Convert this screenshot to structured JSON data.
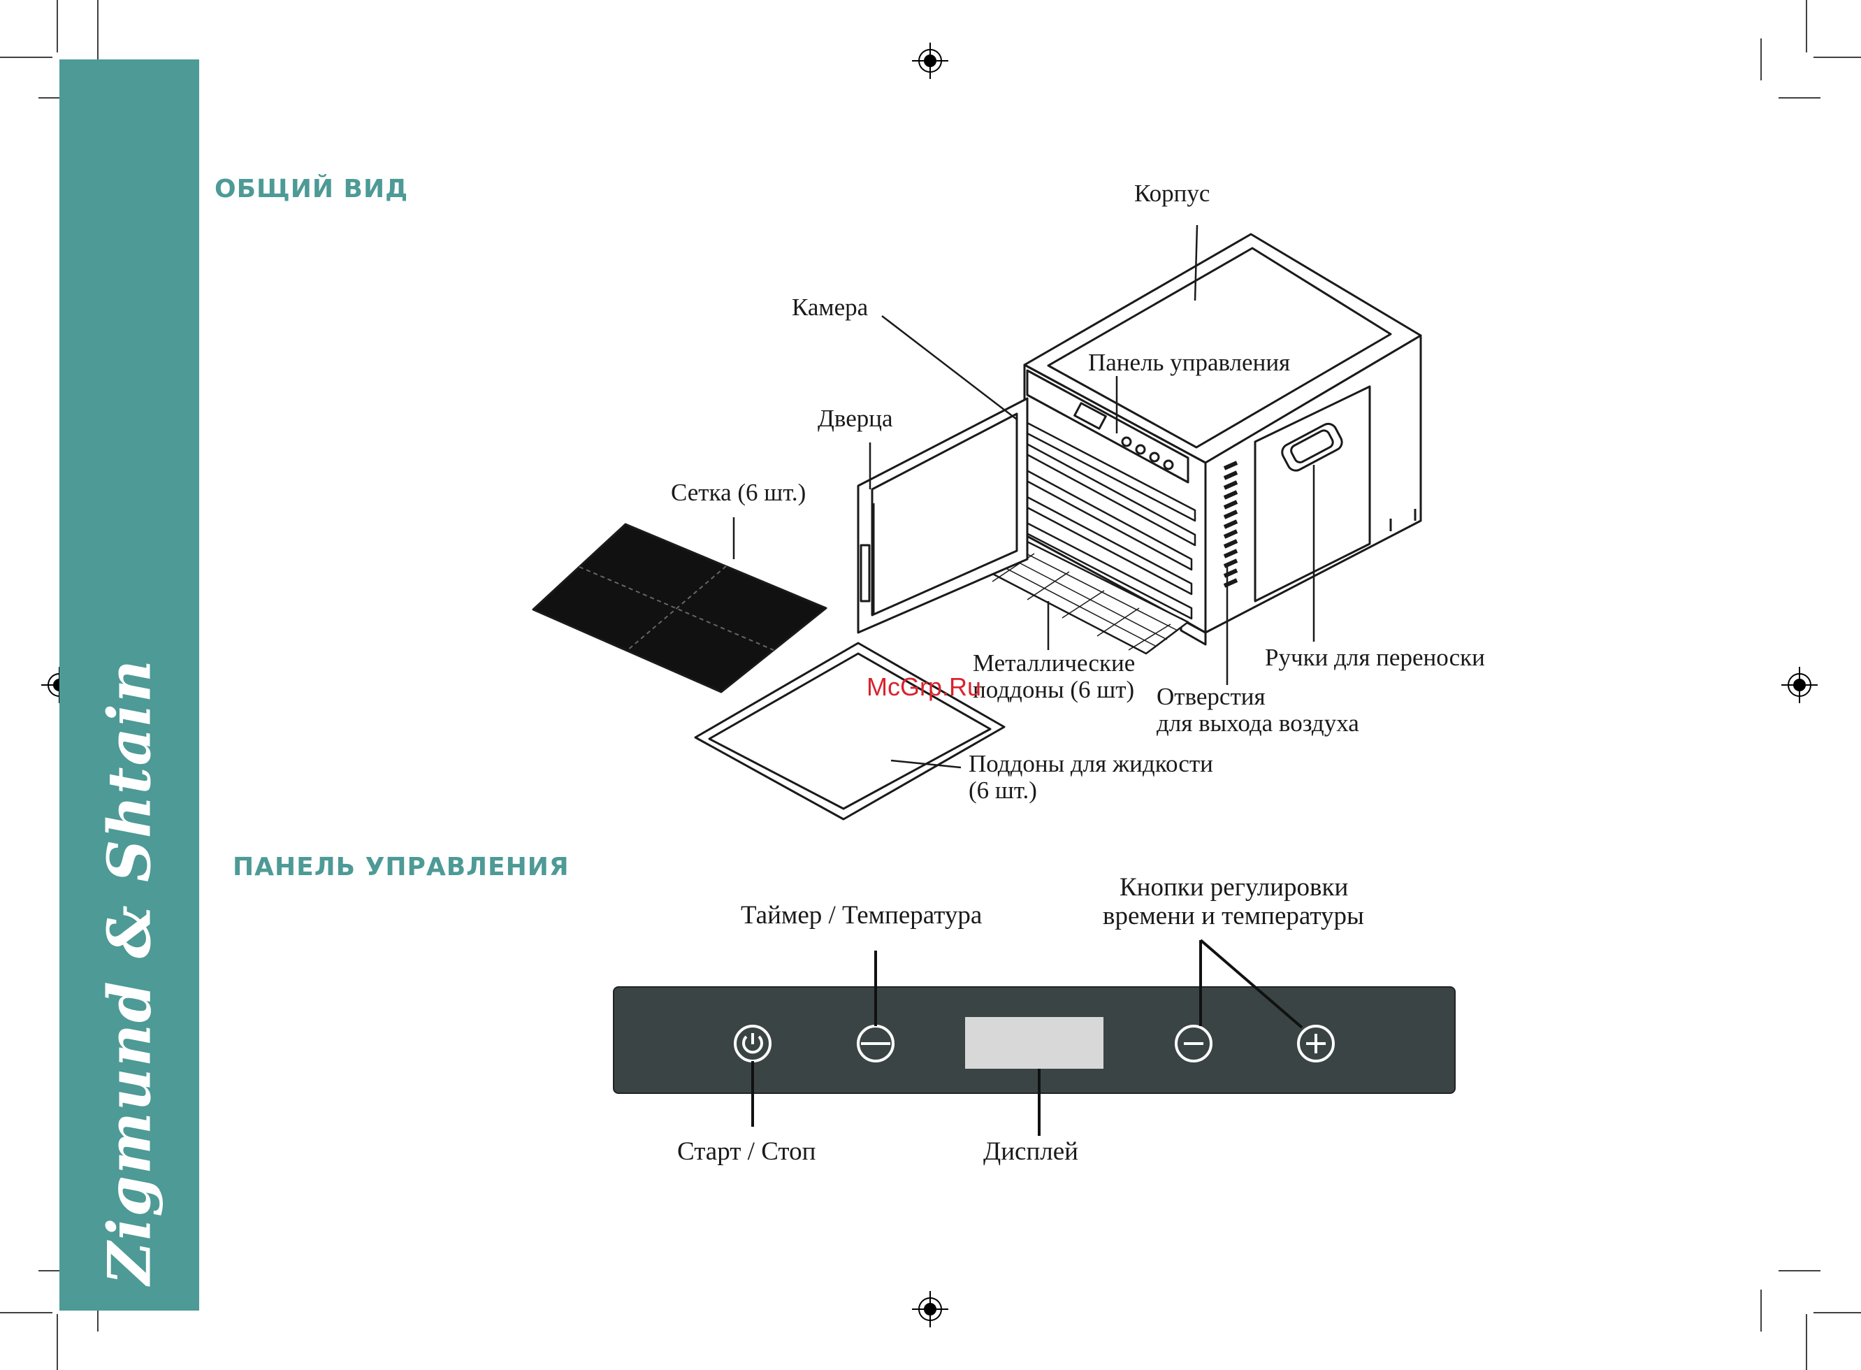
{
  "brand": "Zigmund & Shtain",
  "watermark": "McGrp.Ru",
  "sections": {
    "general_view_title": "ОБЩИЙ ВИД",
    "control_panel_title": "ПАНЕЛЬ УПРАВЛЕНИЯ"
  },
  "general_view_labels": {
    "body": "Корпус",
    "chamber": "Камера",
    "control_panel": "Панель управления",
    "door": "Дверца",
    "mesh": "Сетка (6 шт.)",
    "metal_trays_line1": "Металлические",
    "metal_trays_line2": "поддоны (6 шт)",
    "carry_handles": "Ручки для переноски",
    "air_vents_line1": "Отверстия",
    "air_vents_line2": "для выхода воздуха",
    "liquid_trays_line1": "Поддоны для жидкости",
    "liquid_trays_line2": "(6 шт.)"
  },
  "control_panel_labels": {
    "timer_temp": "Таймер / Температура",
    "adjust_line1": "Кнопки регулировки",
    "adjust_line2": "времени и температуры",
    "start_stop": "Старт / Стоп",
    "display": "Дисплей"
  },
  "colors": {
    "accent": "#4d9a96",
    "panel": "#3b4444",
    "watermark": "#d9232e"
  }
}
